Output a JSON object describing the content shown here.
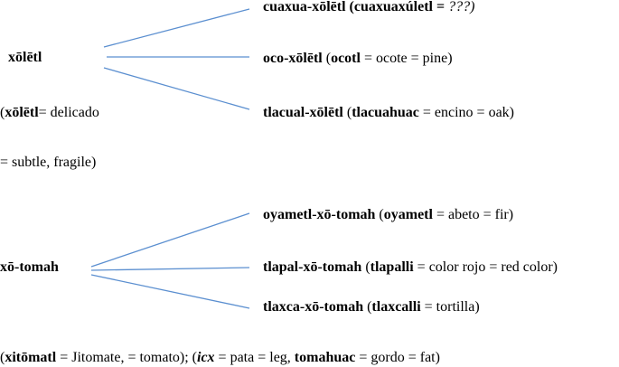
{
  "colors": {
    "line": "#5b8fd0",
    "text": "#000000"
  },
  "groups": [
    {
      "root": "xōlētl",
      "gloss": {
        "line1": {
          "open": "(",
          "root": "xōlētl",
          "rest": "= delicado"
        },
        "line2": "= subtle, fragile)"
      },
      "branches": [
        {
          "compound": "cuaxua-xōlētl",
          "paren": " (cuaxuaxúletl = ",
          "unknown": "???)"
        },
        {
          "compound": "oco-xōlētl",
          "open": " (",
          "source": "ocotl",
          "rest": " = ocote = pine)"
        },
        {
          "compound": "tlacual-xōlētl",
          "open": " (",
          "source": "tlacuahuac",
          "rest": " = encino = oak)"
        }
      ]
    },
    {
      "root": "xō-tomah",
      "branches": [
        {
          "compound": "oyametl-xō-tomah",
          "open": " (",
          "source": "oyametl",
          "rest": " = abeto = fir)"
        },
        {
          "compound": "tlapal-xō-tomah",
          "open": " (",
          "source": "tlapalli",
          "rest": " = color rojo = red color)"
        },
        {
          "compound": "tlaxca-xō-tomah",
          "open": " (",
          "source": "tlaxcalli",
          "rest": " = tortilla)"
        }
      ]
    }
  ],
  "footnote": {
    "p1_open": "(",
    "p1_word": "xitōmatl",
    "p1_rest": " = Jitomate, = tomato); (",
    "p2_word": "icx",
    "p2_rest": " = pata = leg, ",
    "p3_word": "tomahuac",
    "p3_rest": " = gordo = fat)"
  }
}
